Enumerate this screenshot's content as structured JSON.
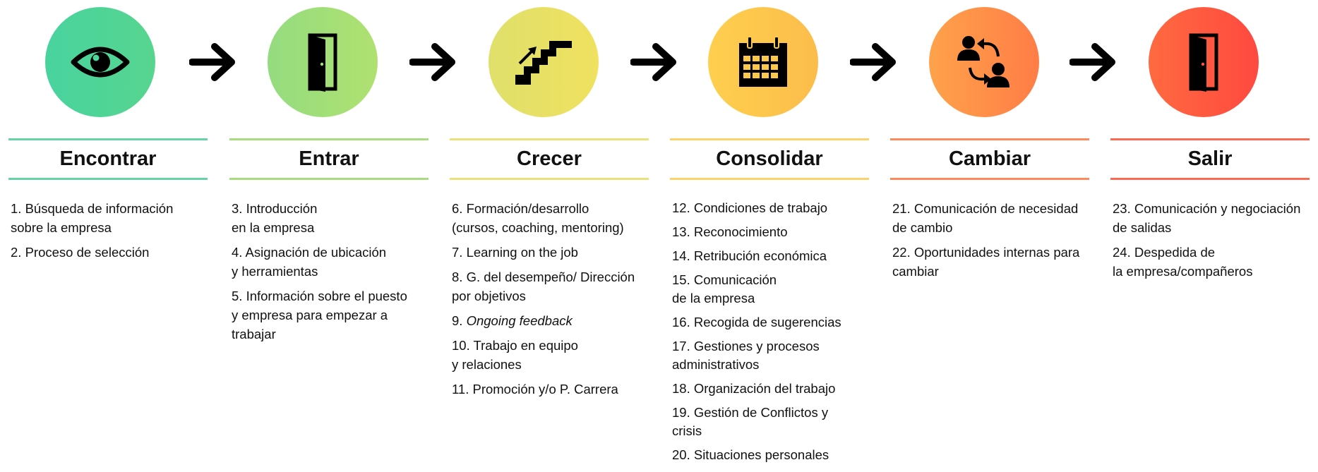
{
  "stages": [
    {
      "title": "Encontrar",
      "icon": "eye-icon",
      "color": "#4cd49a",
      "items": [
        {
          "text": "1. Búsqueda de información\n  sobre la empresa"
        },
        {
          "text": "2. Proceso de selección"
        }
      ]
    },
    {
      "title": "Entrar",
      "icon": "door-icon",
      "color": "#a3df78",
      "items": [
        {
          "text": "3. Introducción\nen la empresa"
        },
        {
          "text": "4. Asignación de ubicación\ny herramientas"
        },
        {
          "text": "5. Información sobre el puesto\ny empresa para empezar a\ntrabajar"
        }
      ]
    },
    {
      "title": "Crecer",
      "icon": "stairs-up-icon",
      "color": "#ebe265",
      "items": [
        {
          "text": "6. Formación/desarrollo\n(cursos, coaching, mentoring)"
        },
        {
          "text": "7. Learning on the job"
        },
        {
          "text": "8. G. del desempeño/ Dirección\npor objetivos"
        },
        {
          "prefix": "9. ",
          "italic": "Ongoing feedback"
        },
        {
          "text": "10. Trabajo en equipo\ny relaciones"
        },
        {
          "text": "11. Promoción y/o P. Carrera"
        }
      ]
    },
    {
      "title": "Consolidar",
      "icon": "calendar-icon",
      "color": "#fcc84c",
      "items": [
        {
          "text": "12. Condiciones de trabajo"
        },
        {
          "text": "13. Reconocimiento"
        },
        {
          "text": "14. Retribución económica"
        },
        {
          "text": "15. Comunicación\nde la empresa"
        },
        {
          "text": "16. Recogida de sugerencias"
        },
        {
          "text": "17. Gestiones y procesos\nadministrativos"
        },
        {
          "text": "18. Organización del trabajo"
        },
        {
          "text": "19. Gestión de Conflictos y\ncrisis"
        },
        {
          "text": "20. Situaciones personales"
        }
      ]
    },
    {
      "title": "Cambiar",
      "icon": "people-swap-icon",
      "color": "#ff8a48",
      "items": [
        {
          "text": "21. Comunicación de necesidad\nde cambio"
        },
        {
          "text": "22. Oportunidades internas para\ncambiar"
        }
      ]
    },
    {
      "title": "Salir",
      "icon": "exit-door-icon",
      "color": "#ff5340",
      "items": [
        {
          "text": "23. Comunicación y negociación\nde salidas"
        },
        {
          "text": "24. Despedida de\nla empresa/compañeros"
        }
      ]
    }
  ]
}
